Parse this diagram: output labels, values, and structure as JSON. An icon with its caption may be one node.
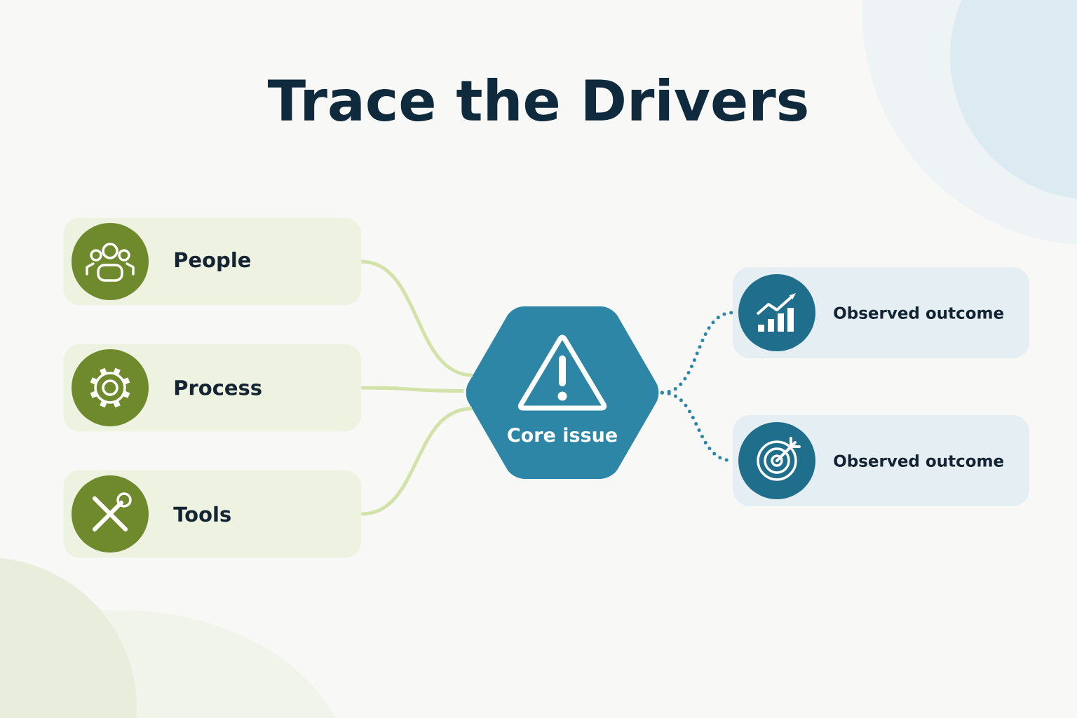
{
  "diagram": {
    "title": "Trace the Drivers",
    "nodes": [
      {
        "text": [
          "People"
        ]
      },
      {
        "text": [
          "Process"
        ]
      },
      {
        "text": [
          "Tools"
        ]
      },
      {
        "text": [
          "Core issue"
        ]
      },
      {
        "text": [
          "Observed outcome"
        ]
      },
      {
        "text": [
          "Observed outcome"
        ]
      }
    ],
    "edges": [
      {
        "from": 0,
        "to": 3,
        "arrow": "none"
      },
      {
        "from": 1,
        "to": 3,
        "arrow": "none"
      },
      {
        "from": 2,
        "to": 3,
        "arrow": "none"
      },
      {
        "from": 3,
        "to": 4,
        "arrow": "none",
        "style": "dashed",
        "color": "#2e86a6"
      },
      {
        "from": 3,
        "to": 5,
        "arrow": "none",
        "style": "dashed",
        "color": "#2e86a6"
      }
    ]
  }
}
